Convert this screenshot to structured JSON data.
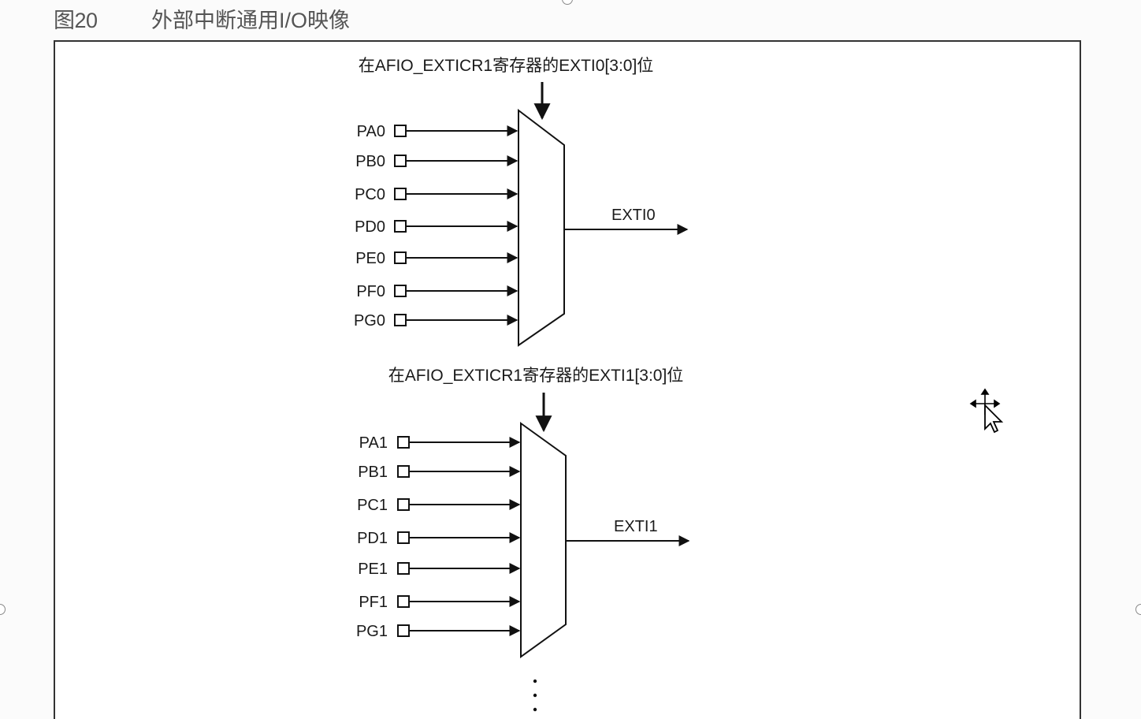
{
  "figure": {
    "label": "图20",
    "title": "外部中断通用I/O映像"
  },
  "mux_top": {
    "control_label": "在AFIO_EXTICR1寄存器的EXTI0[3:0]位",
    "inputs": [
      "PA0",
      "PB0",
      "PC0",
      "PD0",
      "PE0",
      "PF0",
      "PG0"
    ],
    "output": "EXTI0"
  },
  "mux_bottom": {
    "control_label": "在AFIO_EXTICR1寄存器的EXTI1[3:0]位",
    "inputs": [
      "PA1",
      "PB1",
      "PC1",
      "PD1",
      "PE1",
      "PF1",
      "PG1"
    ],
    "output": "EXTI1"
  },
  "colors": {
    "line": "#111111",
    "text": "#1a1a1a",
    "frame": "#333333"
  },
  "icons": {
    "cursor": "move-cursor-icon"
  }
}
